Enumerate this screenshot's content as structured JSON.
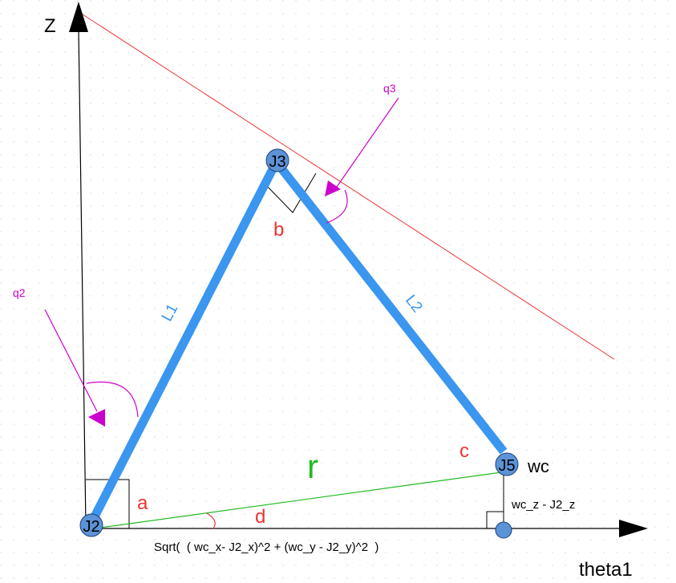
{
  "colors": {
    "link": "#3a96ee",
    "axis": "#000000",
    "red_line": "#ee3333",
    "green_line": "#22bb22",
    "magenta": "#cc00cc",
    "label_red": "#ee3333",
    "label_green": "#22bb22",
    "label_blue": "#3a96ee",
    "joint_fill": "#5b93d6"
  },
  "axes": {
    "z_label": "Z",
    "x_label": "theta1"
  },
  "joints": {
    "j2": "J2",
    "j3": "J3",
    "j5": "J5"
  },
  "links": {
    "l1": "L1",
    "l2": "L2"
  },
  "angles": {
    "q2": "q2",
    "q3": "q3",
    "a": "a",
    "b": "b",
    "c": "c",
    "d": "d"
  },
  "labels": {
    "wc": "wc",
    "r": "r",
    "wc_z": "wc_z - J2_z",
    "sqrt_formula": "Sqrt(  ( wc_x- J2_x)^2 + (wc_y - J2_y)^2  )"
  }
}
